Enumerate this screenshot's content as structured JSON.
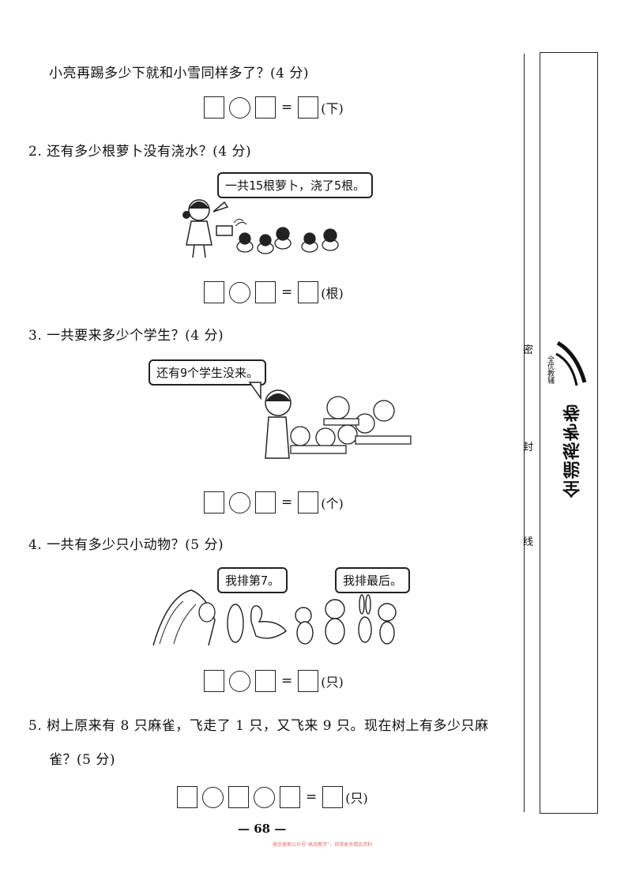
{
  "questions": [
    {
      "text": "小亮再踢多少下就和小雪同样多了？(4 分)",
      "unit": "(下)"
    },
    {
      "text": "2. 还有多少根萝卜没有浇水？(4 分)",
      "bubble": "一共15根萝卜，浇了5根。",
      "unit": "(根)"
    },
    {
      "text": "3. 一共要来多少个学生？(4 分)",
      "bubble": "还有9个学生没来。",
      "unit": "(个)"
    },
    {
      "text": "4. 一共有多少只小动物？(5 分)",
      "bubble1": "我排第7。",
      "bubble2": "我排最后。",
      "unit": "(只)"
    },
    {
      "text_line1": "5. 树上原来有 8 只麻雀，飞走了 1 只，又飞来 9 只。现在树上有多少只麻",
      "text_line2": "雀？(5 分)",
      "unit": "(只)"
    }
  ],
  "equals": "=",
  "side": {
    "seal1": "密",
    "seal2": "封",
    "seal3": "线",
    "brand_small": "全优教辅",
    "brand_big": "全能练考卷"
  },
  "page_number": "— 68 —",
  "footer": "微信搜索公众号“高效教学”，获得更多精品资料"
}
